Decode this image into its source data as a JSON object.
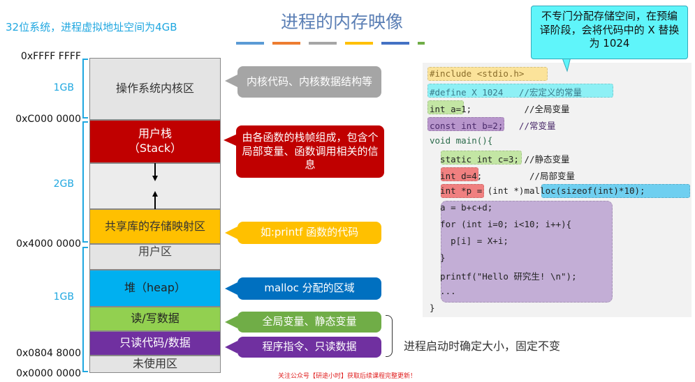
{
  "subtitle": "32位系统，进程虚拟地址空间为4GB",
  "title": "进程的内存映像",
  "accent_bars": [
    "#5b9bd5",
    "#ed7d31",
    "#a5a5a5",
    "#ffc000",
    "#4472c4",
    "#70ad47"
  ],
  "addresses": [
    "0xFFFF FFFF",
    "0xC000 0000",
    "0x4000 0000",
    "0x0804 8000",
    "0x0000 0000"
  ],
  "sizes": [
    "1GB",
    "2GB",
    "1GB"
  ],
  "segments": {
    "kernel": "操作系统内核区",
    "stack_line1": "用户栈",
    "stack_line2": "（Stack）",
    "shared": "共享库的存储映射区",
    "user": "用户区",
    "heap": "堆（heap）",
    "rw": "读/写数据",
    "ro": "只读代码/数据",
    "unused": "未使用区"
  },
  "callouts": {
    "kernel": "内核代码、内核数据结构等",
    "stack": "由各函数的栈帧组成，包含个局部变量、函数调用相关的信息",
    "shared": "如:printf 函数的代码",
    "heap": "malloc 分配的区域",
    "rw": "全局变量、静态变量",
    "ro": "程序指令、只读数据",
    "brace": "进程启动时确定大小，固定不变",
    "define": "不专门分配存储空间，在预编译阶段，会将代码中的 X 替换为 1024"
  },
  "code": [
    "#include <stdio.h>",
    "#define X 1024   //宏定义的常量",
    "int a=1;          //全局变量",
    "const int b=2;   //常变量",
    "void main(){",
    "  static int c=3; //静态变量",
    "  int d=4;         //局部变量",
    "  int *p = (int *)malloc(sizeof(int)*10);",
    "  a = b+c+d;",
    "  for (int i=0; i<10; i++){",
    "    p[i] = X+i;",
    "  }",
    "  printf(\"Hello 研究生! \\n\");",
    "  ...",
    "}"
  ],
  "footer": "关注公众号【研途小时】获取后续课程完整更新！"
}
